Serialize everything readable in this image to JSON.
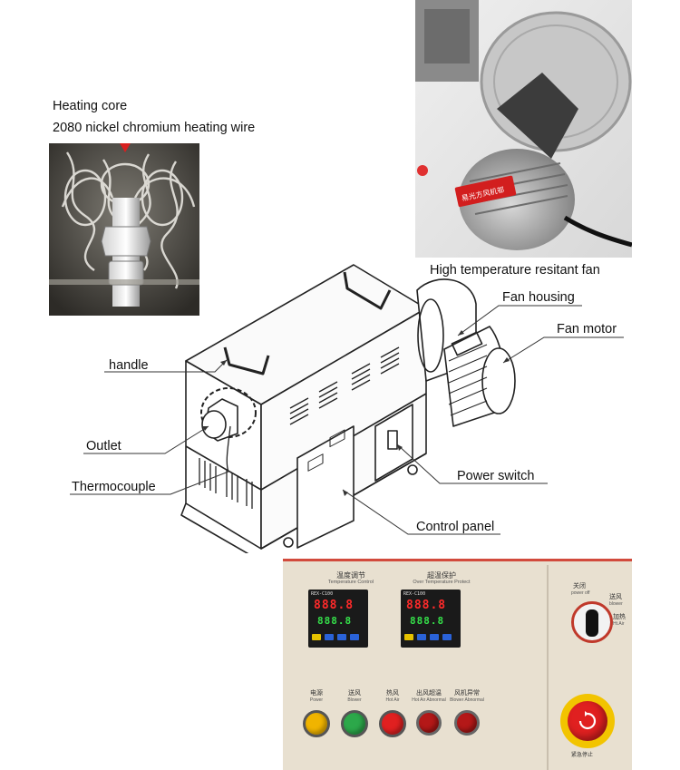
{
  "heating_core": {
    "title": "Heating core",
    "subtitle": "2080 nickel chromium heating wire"
  },
  "fan_photo": {
    "caption": "High temperature resitant fan",
    "motor_badge": "易光方风机邨"
  },
  "callouts": {
    "handle": "handle",
    "outlet": "Outlet",
    "thermocouple": "Thermocouple",
    "fan_housing": "Fan housing",
    "fan_motor": "Fan motor",
    "power_switch": "Power switch",
    "control_panel": "Control panel"
  },
  "control_panel_photo": {
    "temp_control_cn": "温度调节",
    "temp_control_en": "Temperature Control",
    "over_temp_cn": "超温保护",
    "over_temp_en": "Over Temperature Protect",
    "controller_model": "REX-C100",
    "pv_reading": "888.8",
    "sv_reading": "888.8",
    "knob_off": "关闭",
    "knob_off_en": "power off",
    "knob_blow": "送风",
    "knob_blow_en": "blower",
    "knob_heat": "加热",
    "knob_heat_en": "Ht.Air",
    "indicators": [
      {
        "cn": "电源",
        "en": "Power",
        "color": "#f0b400"
      },
      {
        "cn": "送风",
        "en": "Blower",
        "color": "#2ca84a"
      },
      {
        "cn": "热风",
        "en": "Hot Air",
        "color": "#e02020"
      },
      {
        "cn": "出风超温",
        "en": "Hot Air Abnormal",
        "color": "#b41818"
      },
      {
        "cn": "风机异常",
        "en": "Blower Abnormal",
        "color": "#b41818"
      }
    ],
    "estop_label": "紧急停止"
  },
  "colors": {
    "panel_bg": "#e8e0d0",
    "panel_border": "#d24a3c",
    "lcd_red": "#ff2a2a",
    "lcd_green": "#35e04a"
  }
}
